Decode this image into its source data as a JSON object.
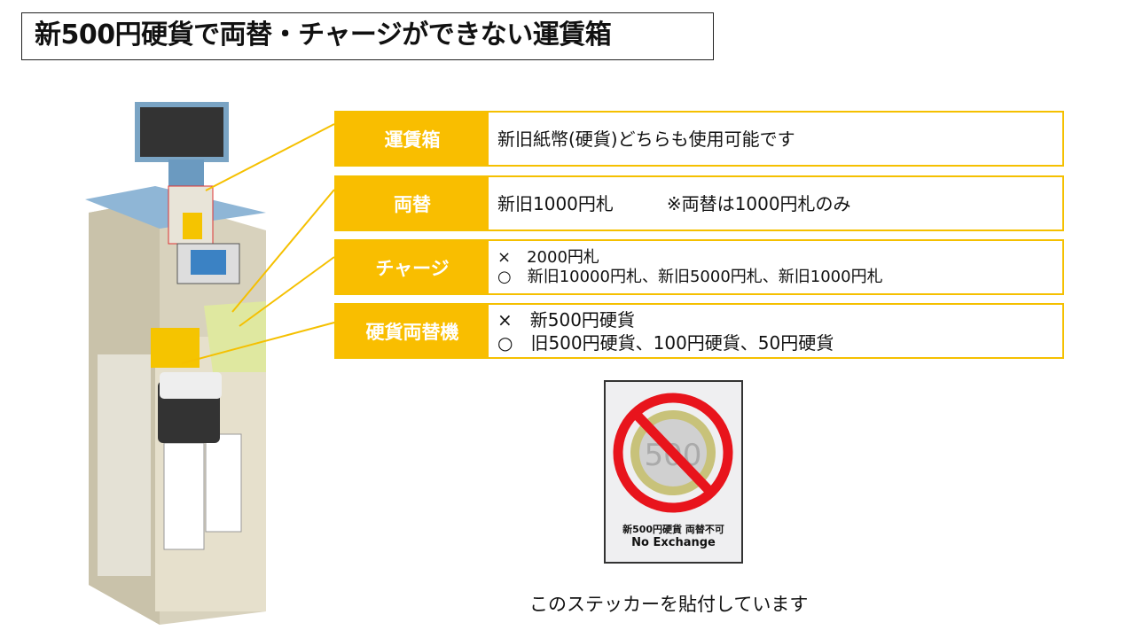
{
  "title": "新500円硬貨で両替・チャージができない運賃箱",
  "rows": [
    {
      "label": "運賃箱",
      "lines": [
        "新旧紙幣(硬貨)どちらも使用可能です"
      ]
    },
    {
      "label": "両替",
      "lines": [
        "新旧1000円札　　　※両替は1000円札のみ"
      ]
    },
    {
      "label": "チャージ",
      "lines": [
        "×　2000円札",
        "○　新旧10000円札、新旧5000円札、新旧1000円札"
      ]
    },
    {
      "label": "硬貨両替機",
      "lines": [
        "×　新500円硬貨",
        "○　旧500円硬貨、100円硬貨、50円硬貨"
      ]
    }
  ],
  "sticker": {
    "line1": "新500円硬貨 両替不可",
    "line2": "No Exchange",
    "coin_text": "500"
  },
  "caption": "このステッカーを貼付しています",
  "colors": {
    "accent": "#f9be00",
    "prohibit": "#e8141c"
  }
}
